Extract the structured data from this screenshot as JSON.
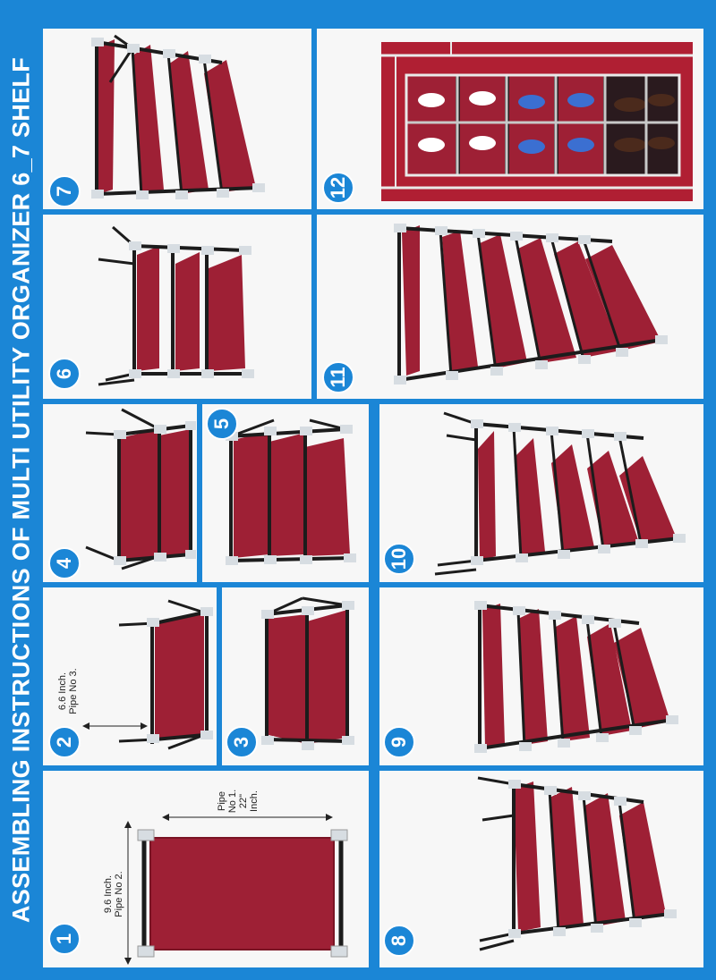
{
  "title": "ASSEMBLING INSTRUCTIONS OF MULTI UTILITY ORGANIZER 6_7 SHELF",
  "colors": {
    "frame": "#1b86d6",
    "fabric": "#9e2035",
    "pipe": "#1c1c1c",
    "joint": "#d7dde2",
    "panel": "#f7f7f7"
  },
  "steps": [
    {
      "number": "1",
      "icon": "base-frame-with-pipes"
    },
    {
      "number": "2",
      "icon": "single-shelf-frame"
    },
    {
      "number": "3",
      "icon": "two-shelf-frame"
    },
    {
      "number": "4",
      "icon": "two-shelf-frame-with-pipes"
    },
    {
      "number": "5",
      "icon": "three-shelf-frame"
    },
    {
      "number": "6",
      "icon": "three-shelf-frame-with-pipes"
    },
    {
      "number": "7",
      "icon": "four-shelf-frame"
    },
    {
      "number": "8",
      "icon": "four-shelf-frame-with-pipes"
    },
    {
      "number": "9",
      "icon": "five-shelf-frame"
    },
    {
      "number": "10",
      "icon": "five-shelf-frame-with-pipes"
    },
    {
      "number": "11",
      "icon": "six-shelf-frame"
    },
    {
      "number": "12",
      "icon": "finished-organizer-with-cover"
    }
  ],
  "annotations": {
    "pipe1": {
      "line1": "Pipe",
      "line2": "No 1.",
      "line3": "22\"",
      "line4": "Inch."
    },
    "pipe2": {
      "line1": "9.6 Inch.",
      "line2": "Pipe No 2."
    },
    "pipe3": {
      "line1": "6.6 Inch.",
      "line2": "Pipe No 3."
    }
  }
}
